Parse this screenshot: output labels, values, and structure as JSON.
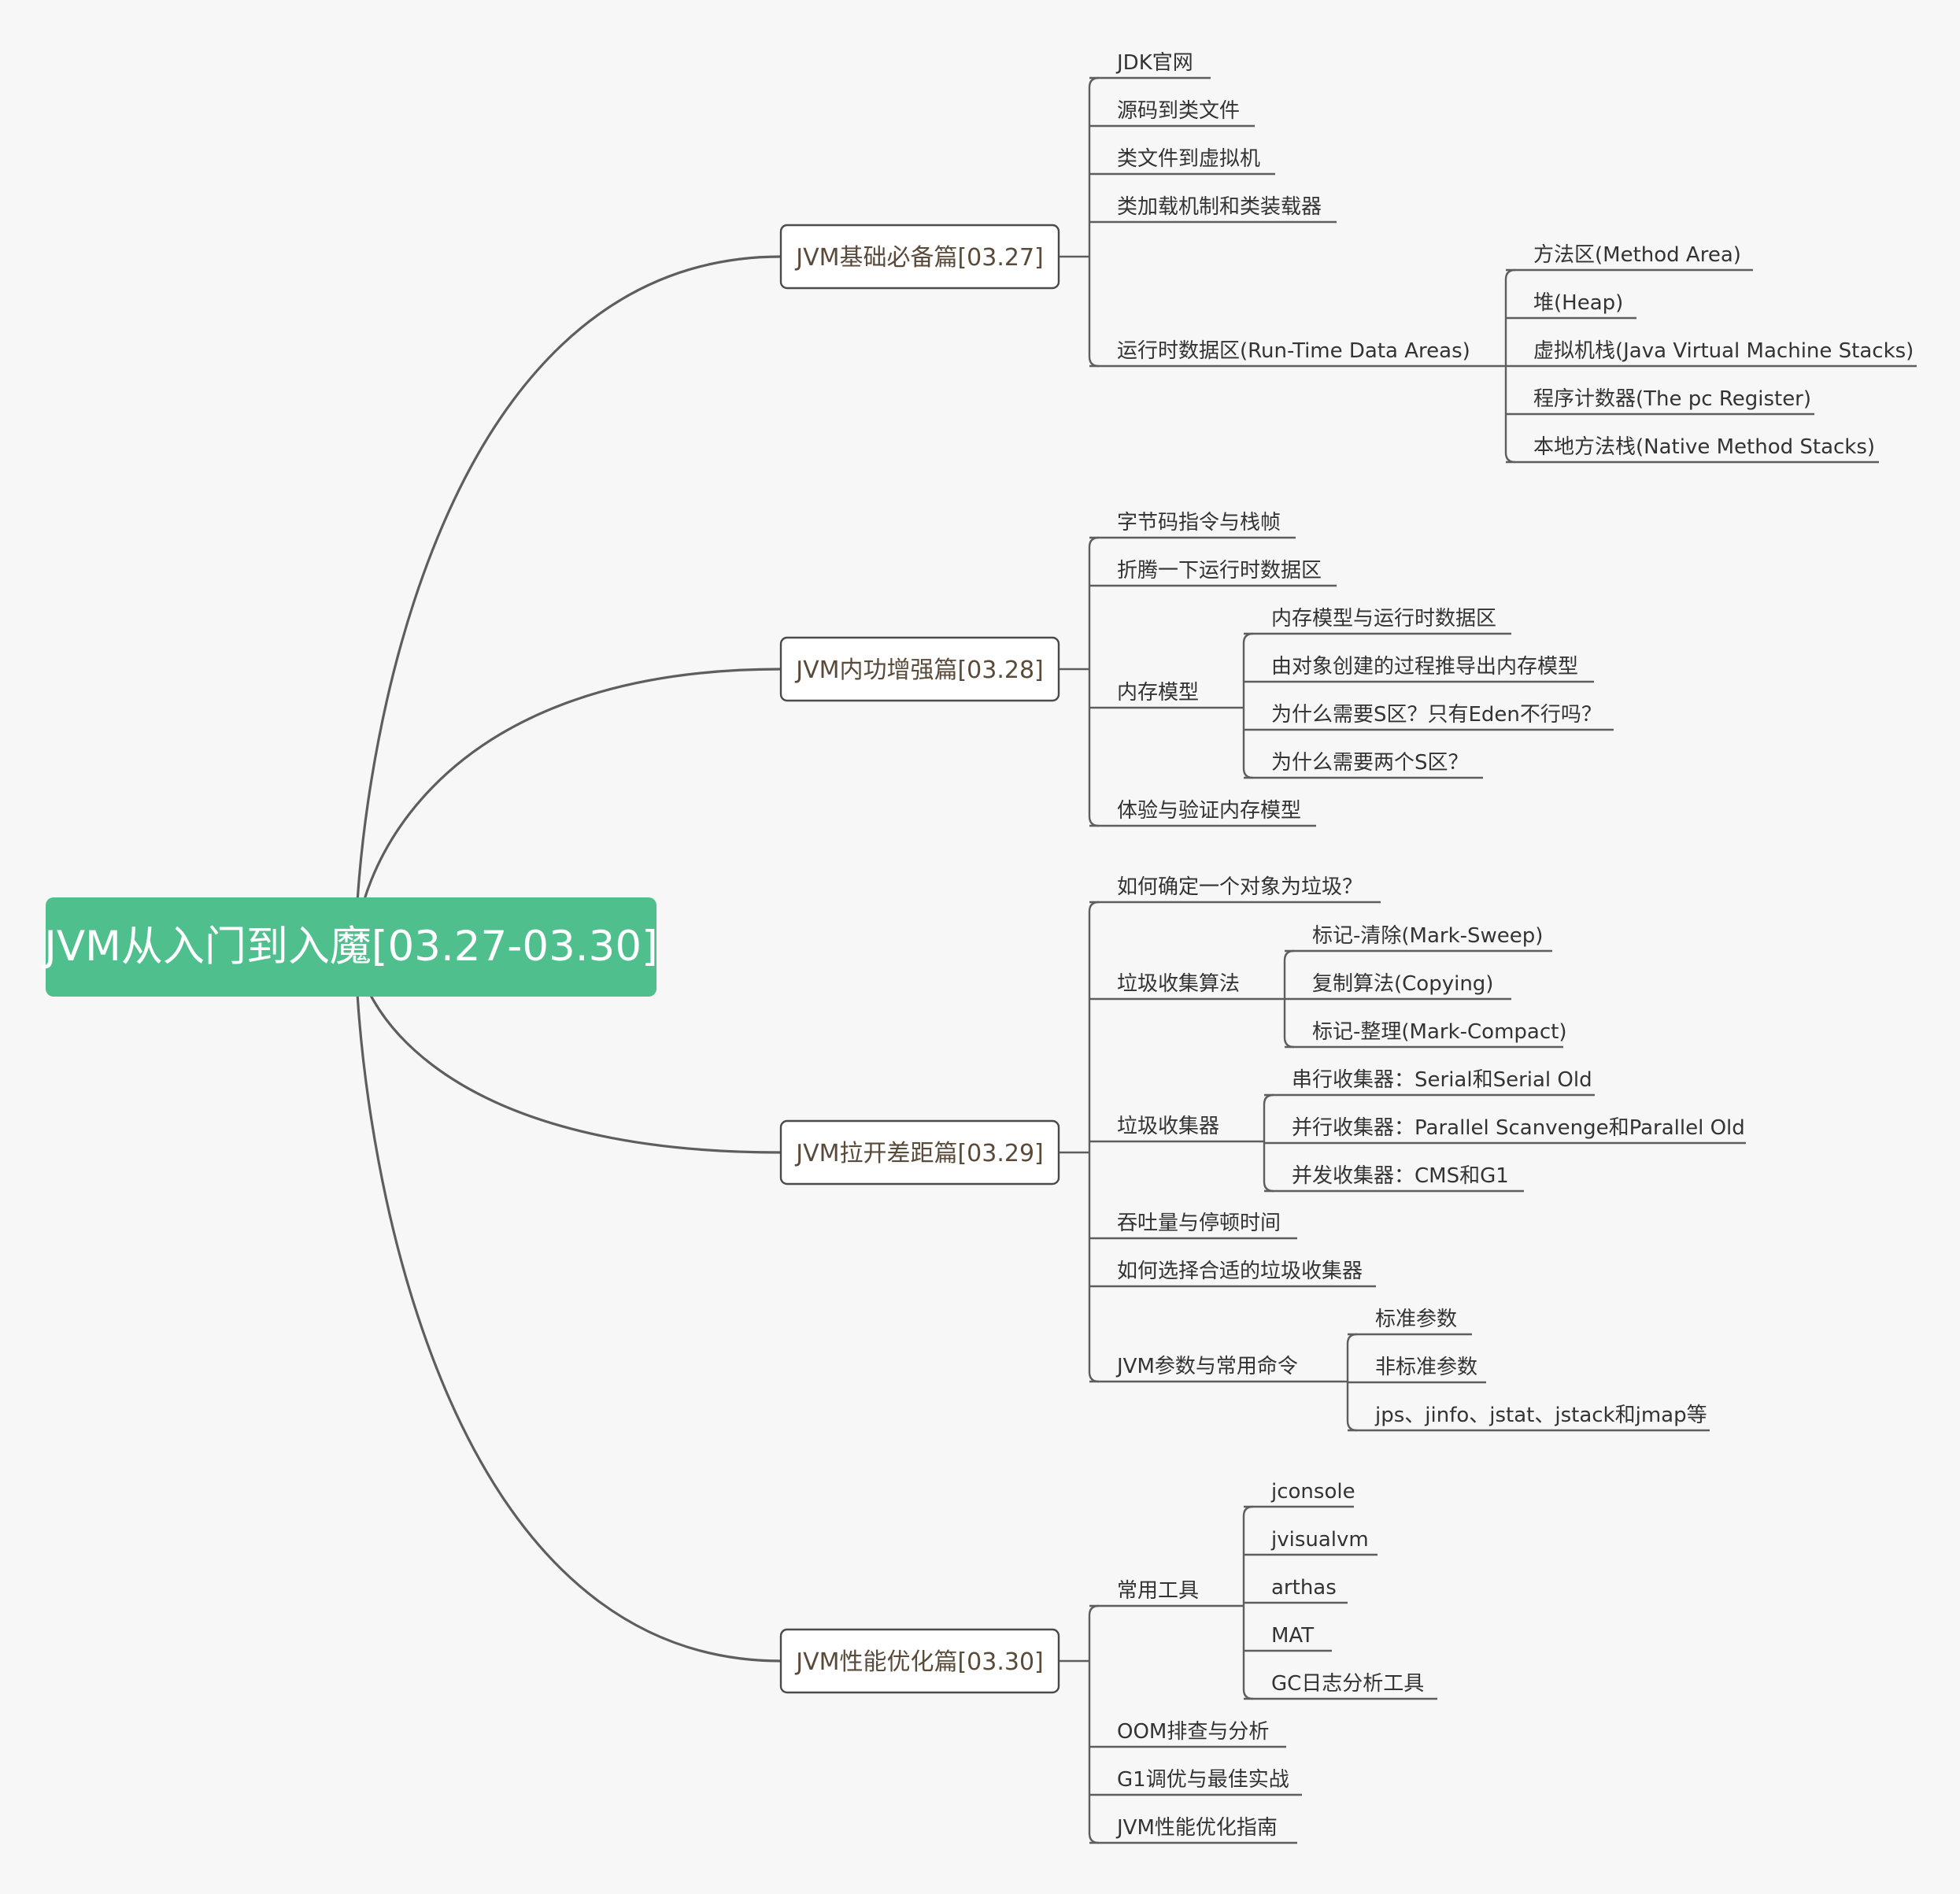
{
  "mindmap": {
    "root": "JVM从入门到入魔[03.27-03.30]",
    "branches": [
      {
        "label": "JVM基础必备篇[03.27]",
        "children": [
          {
            "label": "JDK官网"
          },
          {
            "label": "源码到类文件"
          },
          {
            "label": "类文件到虚拟机"
          },
          {
            "label": "类加载机制和类装载器"
          },
          {
            "label": "运行时数据区(Run-Time Data Areas)",
            "children": [
              {
                "label": "方法区(Method Area)"
              },
              {
                "label": "堆(Heap)"
              },
              {
                "label": "虚拟机栈(Java Virtual Machine Stacks)"
              },
              {
                "label": "程序计数器(The pc Register)"
              },
              {
                "label": "本地方法栈(Native Method Stacks)"
              }
            ]
          }
        ]
      },
      {
        "label": "JVM内功增强篇[03.28]",
        "children": [
          {
            "label": "字节码指令与栈帧"
          },
          {
            "label": "折腾一下运行时数据区"
          },
          {
            "label": "内存模型",
            "children": [
              {
                "label": "内存模型与运行时数据区"
              },
              {
                "label": "由对象创建的过程推导出内存模型"
              },
              {
                "label": "为什么需要S区？只有Eden不行吗？"
              },
              {
                "label": "为什么需要两个S区？"
              }
            ]
          },
          {
            "label": "体验与验证内存模型"
          }
        ]
      },
      {
        "label": "JVM拉开差距篇[03.29]",
        "children": [
          {
            "label": "如何确定一个对象为垃圾？"
          },
          {
            "label": "垃圾收集算法",
            "children": [
              {
                "label": "标记-清除(Mark-Sweep)"
              },
              {
                "label": "复制算法(Copying)"
              },
              {
                "label": "标记-整理(Mark-Compact)"
              }
            ]
          },
          {
            "label": "垃圾收集器",
            "children": [
              {
                "label": "串行收集器：Serial和Serial Old"
              },
              {
                "label": "并行收集器：Parallel Scanvenge和Parallel Old"
              },
              {
                "label": "并发收集器：CMS和G1"
              }
            ]
          },
          {
            "label": "吞吐量与停顿时间"
          },
          {
            "label": "如何选择合适的垃圾收集器"
          },
          {
            "label": "JVM参数与常用命令",
            "children": [
              {
                "label": "标准参数"
              },
              {
                "label": "非标准参数"
              },
              {
                "label": "jps、jinfo、jstat、jstack和jmap等"
              }
            ]
          }
        ]
      },
      {
        "label": "JVM性能优化篇[03.30]",
        "children": [
          {
            "label": "常用工具",
            "children": [
              {
                "label": "jconsole"
              },
              {
                "label": "jvisualvm"
              },
              {
                "label": "arthas"
              },
              {
                "label": "MAT"
              },
              {
                "label": "GC日志分析工具"
              }
            ]
          },
          {
            "label": "OOM排查与分析"
          },
          {
            "label": "G1调优与最佳实战"
          },
          {
            "label": "JVM性能优化指南"
          }
        ]
      }
    ]
  }
}
